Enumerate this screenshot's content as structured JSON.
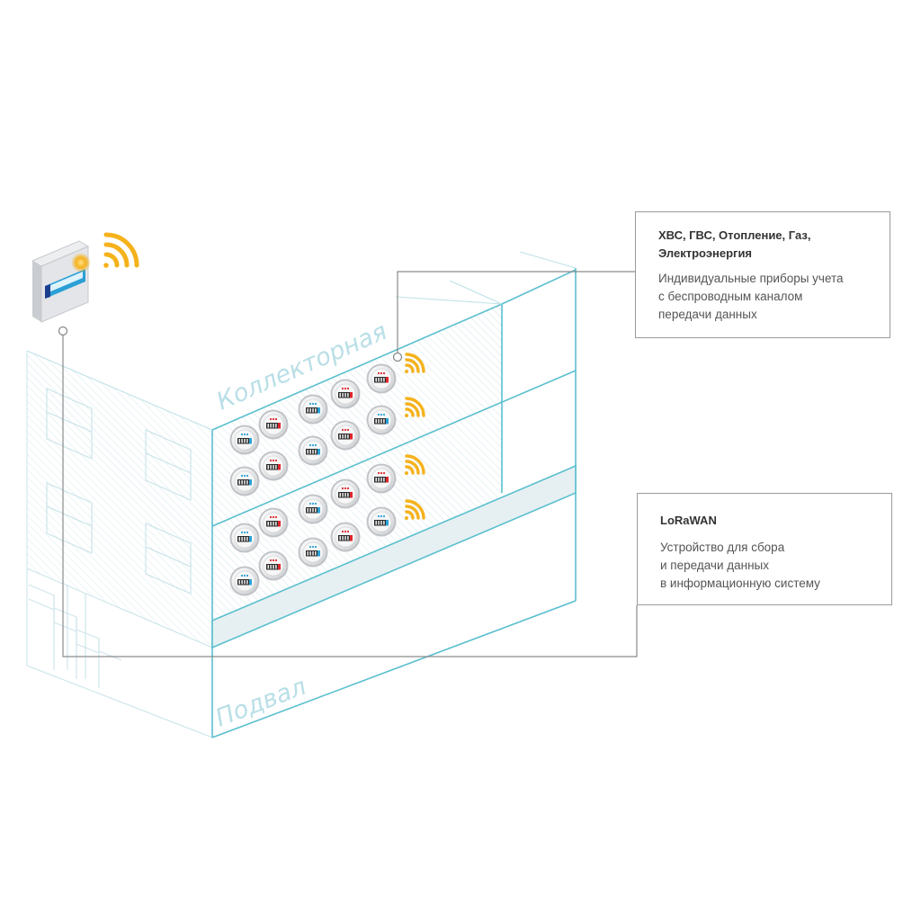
{
  "colors": {
    "building_line": "#5bbfcf",
    "building_line_light": "#bfe2e8",
    "accent_wifi": "#f5b21c",
    "meter_cold": "#2aa3d8",
    "meter_hot": "#e0262b",
    "collector_screen": "#2a9fd6"
  },
  "zones": {
    "collector_room": "Коллекторная",
    "basement": "Подвал"
  },
  "callouts": {
    "meters": {
      "title": "ХВС, ГВС, Отопление, Газ, Электроэнергия",
      "description_lines": [
        "Индивидуальные приборы учета",
        "с беспроводным каналом",
        "передачи данных"
      ]
    },
    "lorawan": {
      "title": "LoRaWAN",
      "description_lines": [
        "Устройство для сбора",
        "и передачи данных",
        "в информационную систему"
      ]
    }
  },
  "meters": [
    {
      "type": "cold"
    },
    {
      "type": "hot"
    },
    {
      "type": "cold"
    },
    {
      "type": "hot"
    },
    {
      "type": "hot"
    },
    {
      "type": "cold"
    },
    {
      "type": "hot"
    },
    {
      "type": "cold"
    },
    {
      "type": "hot"
    },
    {
      "type": "cold"
    },
    {
      "type": "cold"
    },
    {
      "type": "hot"
    },
    {
      "type": "cold"
    },
    {
      "type": "hot"
    },
    {
      "type": "hot"
    },
    {
      "type": "cold"
    },
    {
      "type": "hot"
    },
    {
      "type": "cold"
    },
    {
      "type": "hot"
    },
    {
      "type": "cold"
    }
  ],
  "icons": [
    "wifi-signal-icon",
    "lorawan-gateway-icon",
    "water-meter-icon",
    "connector-node-icon"
  ]
}
